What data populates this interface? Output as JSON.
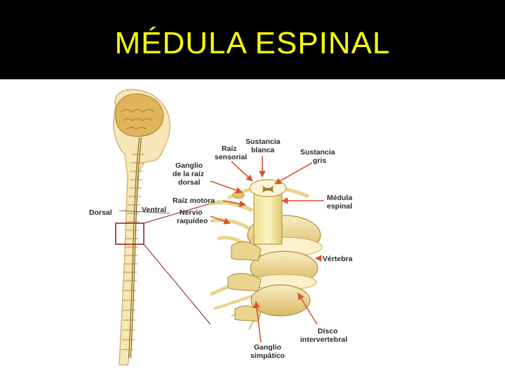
{
  "title": "MÉDULA ESPINAL",
  "colors": {
    "title_bg": "#000000",
    "title_text": "#ffff00",
    "arrow": "#d9512c",
    "bone": "#f3dfa3",
    "bone_shadow": "#c9a85a",
    "nerve": "#f5e6a6",
    "brain": "#e0b45a"
  },
  "labels": {
    "dorsal": "Dorsal",
    "ventral": "Ventral",
    "sustancia_blanca_1": "Sustancia",
    "sustancia_blanca_2": "blanca",
    "raiz_sensorial_1": "Raíz",
    "raiz_sensorial_2": "sensorial",
    "sustancia_gris_1": "Sustancia",
    "sustancia_gris_2": "gris",
    "ganglio_raiz_1": "Ganglio",
    "ganglio_raiz_2": "de la raíz",
    "ganglio_raiz_3": "dorsal",
    "raiz_motora": "Raíz motora",
    "nervio_1": "Nervio",
    "nervio_2": "raquídeo",
    "medula_1": "Médula",
    "medula_2": "espinal",
    "vertebra": "Vértebra",
    "disco_1": "Disco",
    "disco_2": "intervertebral",
    "ganglio_simp_1": "Ganglio",
    "ganglio_simp_2": "simpático"
  }
}
